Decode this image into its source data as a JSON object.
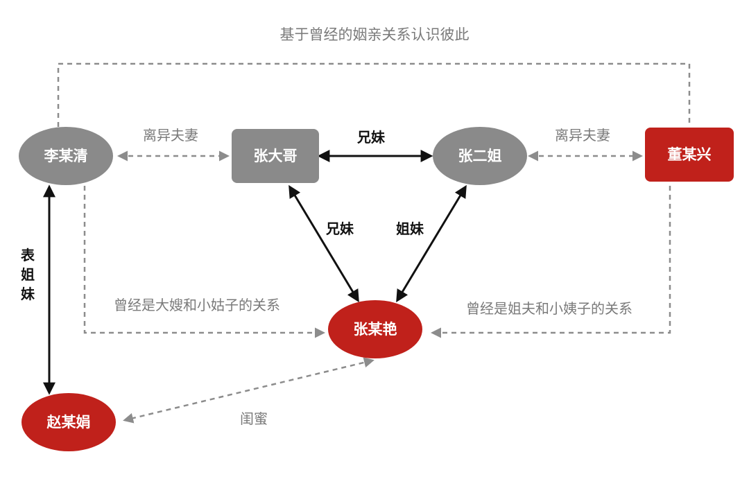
{
  "title": "基于曾经的姻亲关系认识彼此",
  "colors": {
    "gray_node": "#8a8a8a",
    "red_node": "#c0211b",
    "dashed_line": "#8c8c8c",
    "solid_line": "#111111"
  },
  "nodes": {
    "li": "李某清",
    "zhang_dage": "张大哥",
    "zhang_erjie": "张二姐",
    "dong": "董某兴",
    "zhang_yan": "张某艳",
    "zhao": "赵某娟"
  },
  "edges": {
    "li_zhang_dage": "离异夫妻",
    "zhang_erjie_dong": "离异夫妻",
    "dage_erjie": "兄妹",
    "dage_yan": "兄妹",
    "erjie_yan": "姐妹",
    "li_yan": "曾经是大嫂和小姑子的关系",
    "dong_yan": "曾经是姐夫和小姨子的关系",
    "li_zhao": "表姐妹",
    "li_zhao_chars": [
      "表",
      "姐",
      "妹"
    ],
    "zhao_yan": "闺蜜"
  }
}
